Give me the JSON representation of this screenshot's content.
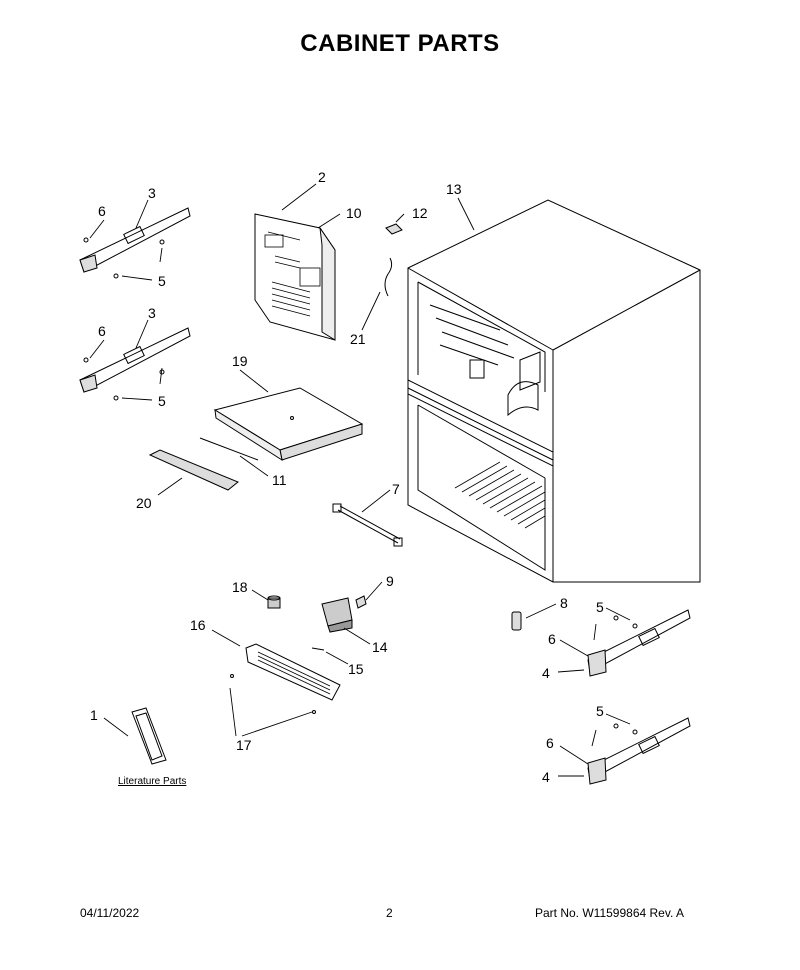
{
  "title": "CABINET PARTS",
  "callouts": {
    "c1": "1",
    "c2": "2",
    "c3a": "3",
    "c3b": "3",
    "c4a": "4",
    "c4b": "4",
    "c5a": "5",
    "c5b": "5",
    "c5c": "5",
    "c5d": "5",
    "c6a": "6",
    "c6b": "6",
    "c6c": "6",
    "c6d": "6",
    "c7": "7",
    "c8": "8",
    "c9": "9",
    "c10": "10",
    "c11": "11",
    "c12": "12",
    "c13": "13",
    "c14": "14",
    "c15": "15",
    "c16": "16",
    "c17": "17",
    "c18": "18",
    "c19": "19",
    "c20": "20",
    "c21": "21"
  },
  "literature_label": "Literature Parts",
  "footer": {
    "date": "04/11/2022",
    "page": "2",
    "part_no": "Part No.  W11599864  Rev.  A"
  }
}
